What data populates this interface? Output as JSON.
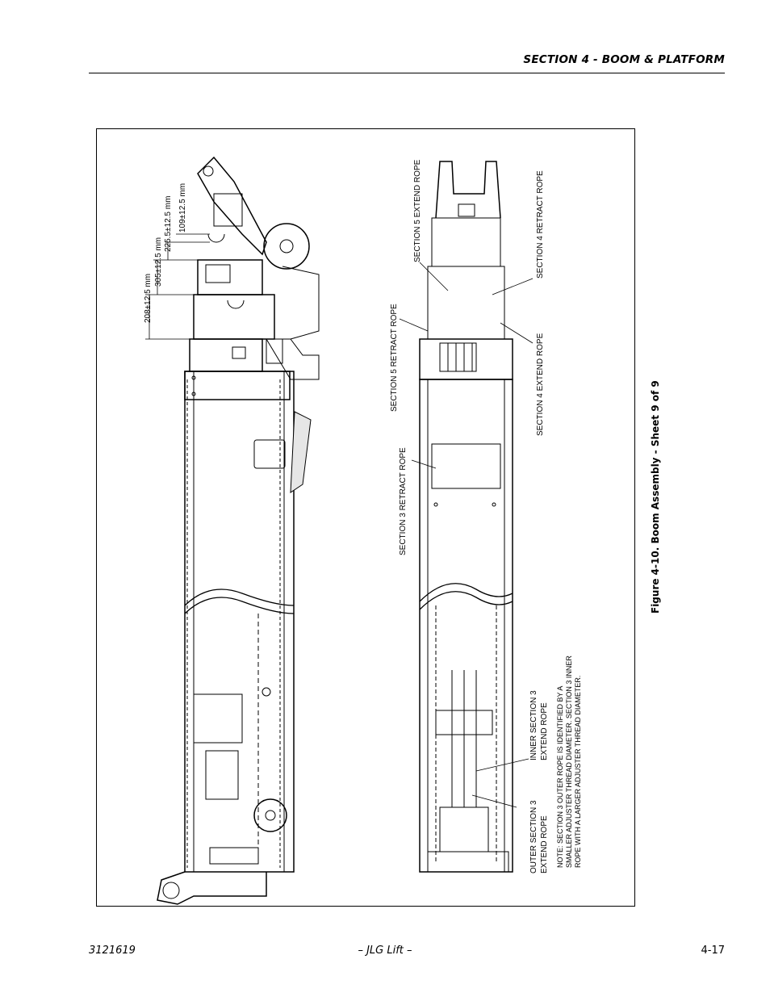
{
  "header": {
    "section_title": "SECTION 4 - BOOM & PLATFORM"
  },
  "figure": {
    "caption": "Figure 4-10.  Boom Assembly - Sheet 9 of 9",
    "labels": {
      "dim_208": "208±12.5 mm",
      "dim_305": "305±12.5 mm",
      "dim_225": "225.5±12.5 mm",
      "dim_109": "109±12.5 mm",
      "sec5_extend": "SECTION 5 EXTEND ROPE",
      "sec4_retract": "SECTION 4 RETRACT ROPE",
      "sec5_retract": "SECTION 5 RETRACT ROPE",
      "sec4_extend": "SECTION 4 EXTEND ROPE",
      "sec3_retract": "SECTION 3 RETRACT ROPE",
      "inner_sec3_l1": "INNER SECTION 3",
      "inner_sec3_l2": "EXTEND ROPE",
      "outer_sec3_l1": "OUTER SECTION 3",
      "outer_sec3_l2": "EXTEND ROPE",
      "note_l1": "NOTE: SECTION 3 OUTER ROPE IS IDENTIFIED BY A",
      "note_l2": "SMALLER ADJUSTER THREAD DIAMETER. SECTION 3 INNER",
      "note_l3": "ROPE WITH A LARGER ADJUSTER THREAD DIAMETER."
    }
  },
  "footer": {
    "doc_number": "3121619",
    "brand": "– JLG Lift –",
    "page": "4-17"
  }
}
